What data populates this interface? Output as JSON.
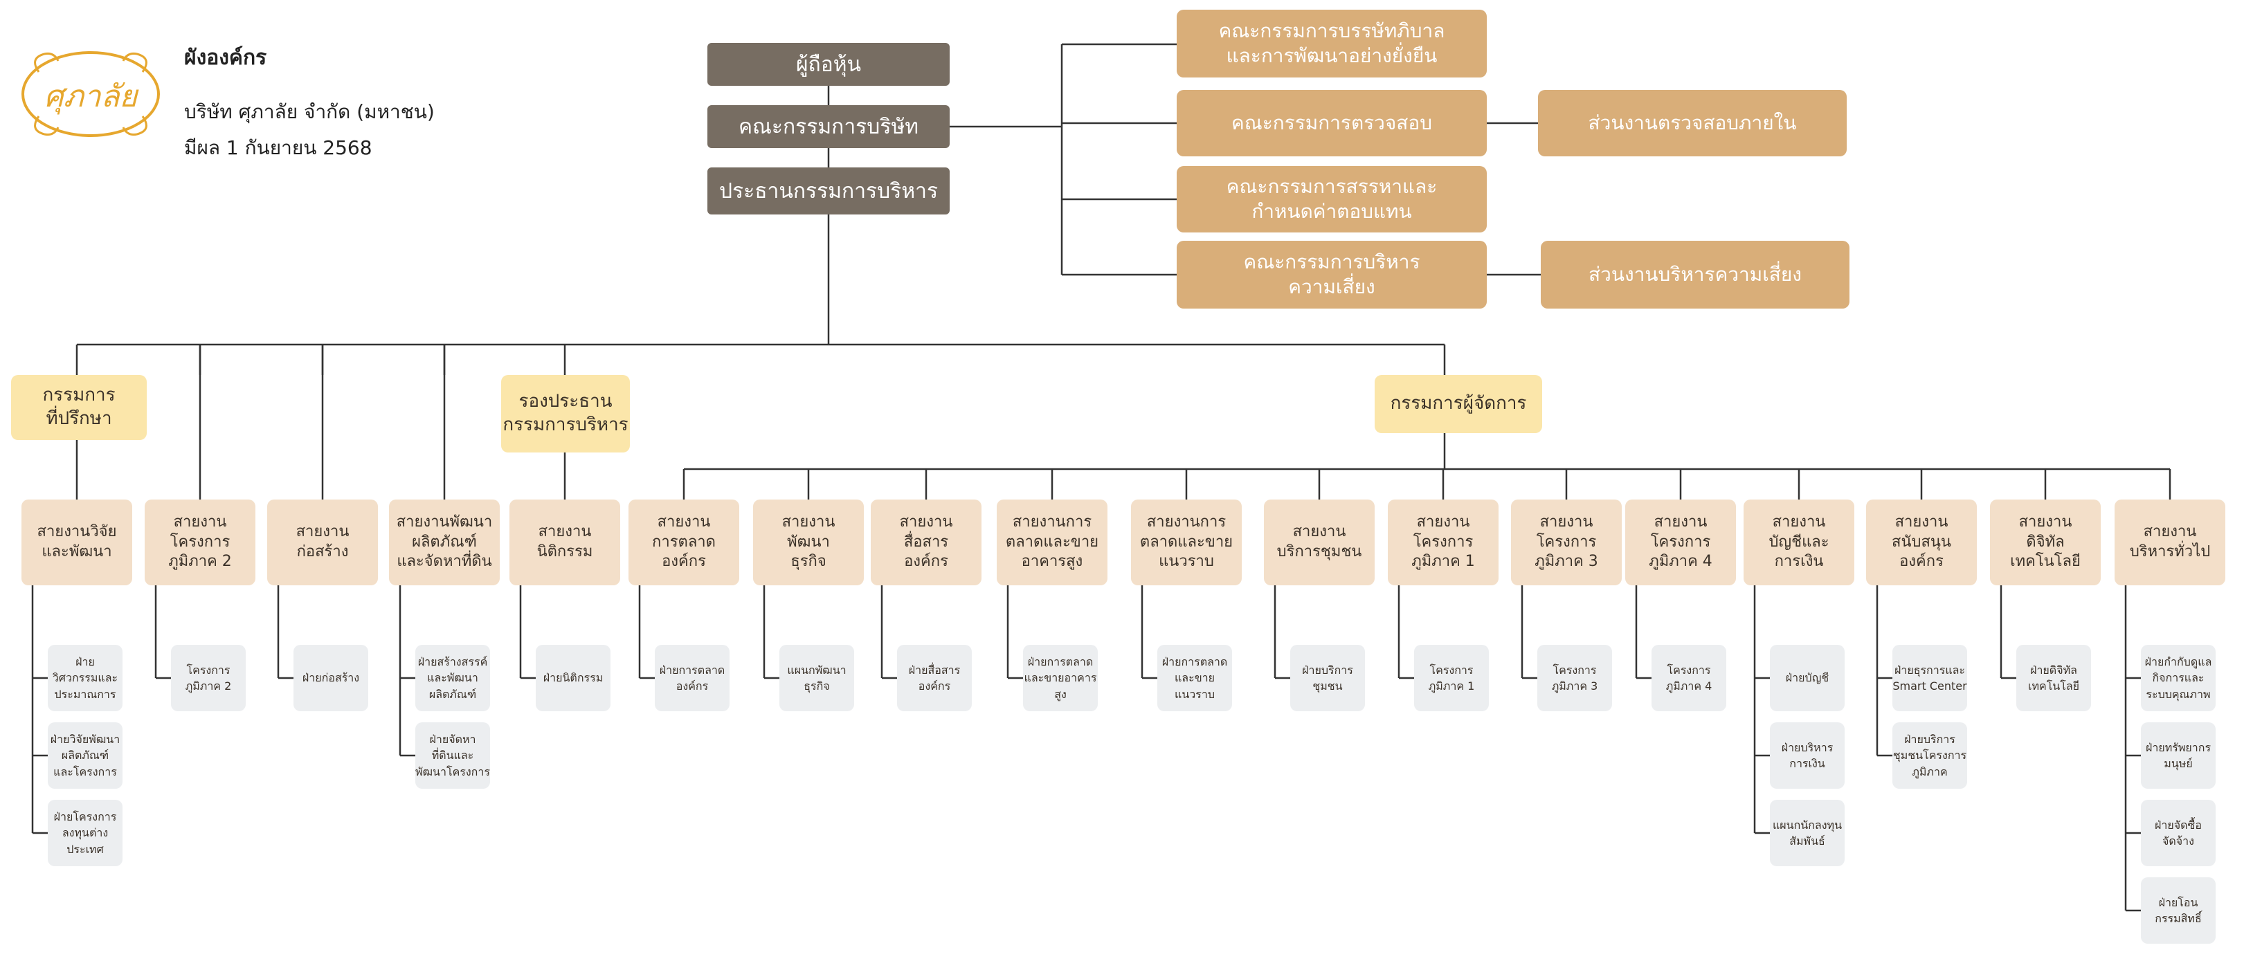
{
  "header": {
    "title": "ผังองค์กร",
    "company": "บริษัท ศุภาลัย จำกัด (มหาชน)",
    "effective": "มีผล 1 กันยายน 2568",
    "logo_text": "ศุภาลัย"
  },
  "colors": {
    "board": "#776d62",
    "committee": "#d9ae79",
    "tier2": "#fbe6aa",
    "division": "#f3dfc9",
    "department": "#eceef0",
    "line": "#333333",
    "logo": "#e6a72e"
  },
  "top": {
    "shareholders": "ผู้ถือหุ้น",
    "board": "คณะกรรมการบริษัท",
    "exec_chair": "ประธานกรรมการบริหาร"
  },
  "committees": [
    {
      "label": "คณะกรรมการบรรษัทภิบาล\nและการพัฒนาอย่างยั่งยืน",
      "unit": ""
    },
    {
      "label": "คณะกรรมการตรวจสอบ",
      "unit": "ส่วนงานตรวจสอบภายใน"
    },
    {
      "label": "คณะกรรมการสรรหาและ\nกำหนดค่าตอบแทน",
      "unit": ""
    },
    {
      "label": "คณะกรรมการบริหาร\nความเสี่ยง",
      "unit": "ส่วนงานบริหารความเสี่ยง"
    }
  ],
  "tier2": {
    "advisory": "กรรมการ\nที่ปรึกษา",
    "vice_chair": "รองประธาน\nกรรมการบริหาร",
    "md": "กรรมการผู้จัดการ"
  },
  "divisions": [
    {
      "label": "สายงานวิจัย\nและพัฒนา",
      "depts": [
        "ฝ่าย\nวิศวกรรมและ\nประมาณการ",
        "ฝ่ายวิจัยพัฒนา\nผลิตภัณฑ์\nและโครงการ",
        "ฝ่ายโครงการ\nลงทุนต่าง\nประเทศ"
      ]
    },
    {
      "label": "สายงาน\nโครงการ\nภูมิภาค 2",
      "depts": [
        "โครงการ\nภูมิภาค 2"
      ]
    },
    {
      "label": "สายงาน\nก่อสร้าง",
      "depts": [
        "ฝ่ายก่อสร้าง"
      ]
    },
    {
      "label": "สายงานพัฒนา\nผลิตภัณฑ์\nและจัดหาที่ดิน",
      "depts": [
        "ฝ่ายสร้างสรรค์\nและพัฒนา\nผลิตภัณฑ์",
        "ฝ่ายจัดหา\nที่ดินและ\nพัฒนาโครงการ"
      ]
    },
    {
      "label": "สายงาน\nนิติกรรม",
      "depts": [
        "ฝ่ายนิติกรรม"
      ]
    },
    {
      "label": "สายงาน\nการตลาด\nองค์กร",
      "depts": [
        "ฝ่ายการตลาด\nองค์กร"
      ]
    },
    {
      "label": "สายงาน\nพัฒนา\nธุรกิจ",
      "depts": [
        "แผนกพัฒนา\nธุรกิจ"
      ]
    },
    {
      "label": "สายงาน\nสื่อสาร\nองค์กร",
      "depts": [
        "ฝ่ายสื่อสาร\nองค์กร"
      ]
    },
    {
      "label": "สายงานการ\nตลาดและขาย\nอาคารสูง",
      "depts": [
        "ฝ่ายการตลาด\nและขายอาคาร\nสูง"
      ]
    },
    {
      "label": "สายงานการ\nตลาดและขาย\nแนวราบ",
      "depts": [
        "ฝ่ายการตลาด\nและขาย\nแนวราบ"
      ]
    },
    {
      "label": "สายงาน\nบริการชุมชน",
      "depts": [
        "ฝ่ายบริการ\nชุมชน"
      ]
    },
    {
      "label": "สายงาน\nโครงการ\nภูมิภาค 1",
      "depts": [
        "โครงการ\nภูมิภาค 1"
      ]
    },
    {
      "label": "สายงาน\nโครงการ\nภูมิภาค 3",
      "depts": [
        "โครงการ\nภูมิภาค 3"
      ]
    },
    {
      "label": "สายงาน\nโครงการ\nภูมิภาค 4",
      "depts": [
        "โครงการ\nภูมิภาค 4"
      ]
    },
    {
      "label": "สายงาน\nบัญชีและ\nการเงิน",
      "depts": [
        "ฝ่ายบัญชี",
        "ฝ่ายบริหาร\nการเงิน",
        "แผนกนักลงทุน\nสัมพันธ์"
      ]
    },
    {
      "label": "สายงาน\nสนับสนุน\nองค์กร",
      "depts": [
        "ฝ่ายธุรการและ\nSmart Center",
        "ฝ่ายบริการ\nชุมชนโครงการ\nภูมิภาค"
      ]
    },
    {
      "label": "สายงาน\nดิจิทัล\nเทคโนโลยี",
      "depts": [
        "ฝ่ายดิจิทัล\nเทคโนโลยี"
      ]
    },
    {
      "label": "สายงาน\nบริหารทั่วไป",
      "depts": [
        "ฝ่ายกำกับดูแล\nกิจการและ\nระบบคุณภาพ",
        "ฝ่ายทรัพยากร\nมนุษย์",
        "ฝ่ายจัดซื้อ\nจัดจ้าง",
        "ฝ่ายโอน\nกรรมสิทธิ์"
      ]
    }
  ]
}
